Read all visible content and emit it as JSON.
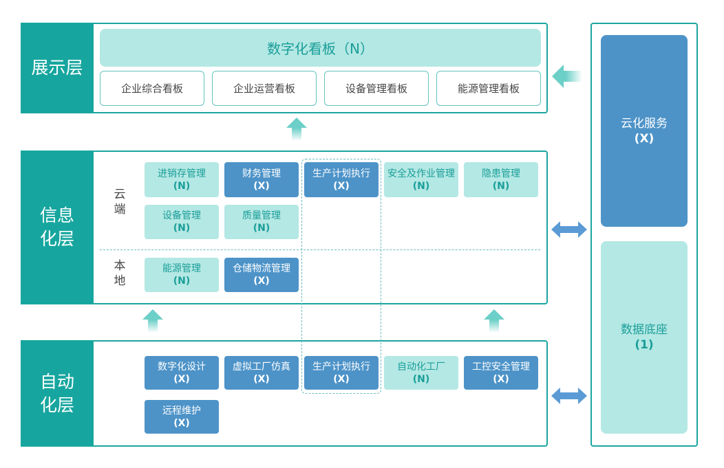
{
  "colors": {
    "teal": "#17a69f",
    "light_teal": "#b4e8e4",
    "blue": "#4d93c8",
    "arrow": "#6ccfc8",
    "dbl_arrow": "#5b9bd5"
  },
  "presentation": {
    "label": "展示层",
    "banner": "数字化看板（N）",
    "boards": [
      "企业综合看板",
      "企业运营看板",
      "设备管理看板",
      "能源管理看板"
    ]
  },
  "information": {
    "label": "信息化层",
    "cloud_label": "云端",
    "local_label": "本地",
    "modules": [
      {
        "name": "进销存管理",
        "code": "(N)"
      },
      {
        "name": "财务管理",
        "code": "(X)"
      },
      {
        "name": "生产计划执行",
        "code": "(X)"
      },
      {
        "name": "安全及作业管理",
        "code": "(N)"
      },
      {
        "name": "隐患管理",
        "code": "(N)"
      },
      {
        "name": "设备管理",
        "code": "(N)"
      },
      {
        "name": "质量管理",
        "code": "(N)"
      },
      {
        "name": "能源管理",
        "code": "(N)"
      },
      {
        "name": "仓储物流管理",
        "code": "(X)"
      }
    ]
  },
  "automation": {
    "label": "自动化层",
    "modules": [
      {
        "name": "数字化设计",
        "code": "(X)"
      },
      {
        "name": "虚拟工厂仿真",
        "code": "(X)"
      },
      {
        "name": "生产计划执行",
        "code": "(X)"
      },
      {
        "name": "自动化工厂",
        "code": "(N)"
      },
      {
        "name": "工控安全管理",
        "code": "(X)"
      },
      {
        "name": "远程维护",
        "code": "(X)"
      }
    ]
  },
  "side": {
    "cloud_service": {
      "name": "云化服务",
      "code": "(X)"
    },
    "data_base": {
      "name": "数据底座",
      "code": "(1)"
    }
  },
  "icons": [
    "up-arrow-icon",
    "left-arrow-icon",
    "double-arrow-icon"
  ]
}
